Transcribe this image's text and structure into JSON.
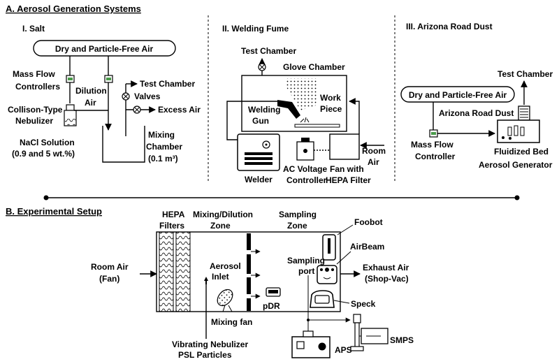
{
  "section_a": {
    "title": "A. Aerosol Generation Systems",
    "salt": {
      "heading": "I. Salt",
      "air_source": "Dry and Particle-Free Air",
      "mfc_1": "Mass Flow",
      "mfc_2": "Controllers",
      "dilution_1": "Dilution",
      "dilution_2": "Air",
      "test_chamber": "Test Chamber",
      "valves": "Valves",
      "excess_air": "Excess Air",
      "nebulizer_1": "Collison-Type",
      "nebulizer_2": "Nebulizer",
      "solution_1": "NaCl Solution",
      "solution_2": "(0.9 and 5 wt.%)",
      "mixing_1": "Mixing",
      "mixing_2": "Chamber",
      "mixing_3": "(0.1 m³)"
    },
    "welding": {
      "heading": "II. Welding Fume",
      "test_chamber": "Test Chamber",
      "glove_chamber": "Glove Chamber",
      "work_1": "Work",
      "work_2": "Piece",
      "gun_1": "Welding",
      "gun_2": "Gun",
      "room_1": "Room",
      "room_2": "Air",
      "welder": "Welder",
      "ac_1": "AC Voltage",
      "ac_2": "Controller",
      "fan_1": "Fan with",
      "fan_2": "HEPA Filter"
    },
    "dust": {
      "heading": "III. Arizona Road Dust",
      "test_chamber": "Test Chamber",
      "air_source": "Dry and Particle-Free Air",
      "dust_label": "Arizona Road Dust",
      "mfc_1": "Mass Flow",
      "mfc_2": "Controller",
      "gen_1": "Fluidized Bed",
      "gen_2": "Aerosol Generator"
    }
  },
  "section_b": {
    "title": "B. Experimental Setup",
    "hepa_1": "HEPA",
    "hepa_2": "Filters",
    "mixing_1": "Mixing/Dilution",
    "mixing_2": "Zone",
    "sampling_1": "Sampling",
    "sampling_2": "Zone",
    "foobot": "Foobot",
    "airbeam": "AirBeam",
    "port_1": "Sampling",
    "port_2": "port",
    "exhaust_1": "Exhaust Air",
    "exhaust_2": "(Shop-Vac)",
    "room_1": "Room Air",
    "room_2": "(Fan)",
    "inlet_1": "Aerosol",
    "inlet_2": "Inlet",
    "pdr": "pDR",
    "speck": "Speck",
    "mixing_fan": "Mixing fan",
    "nebulizer_1": "Vibrating Nebulizer",
    "nebulizer_2": "PSL Particles",
    "aps": "APS",
    "smps": "SMPS"
  }
}
